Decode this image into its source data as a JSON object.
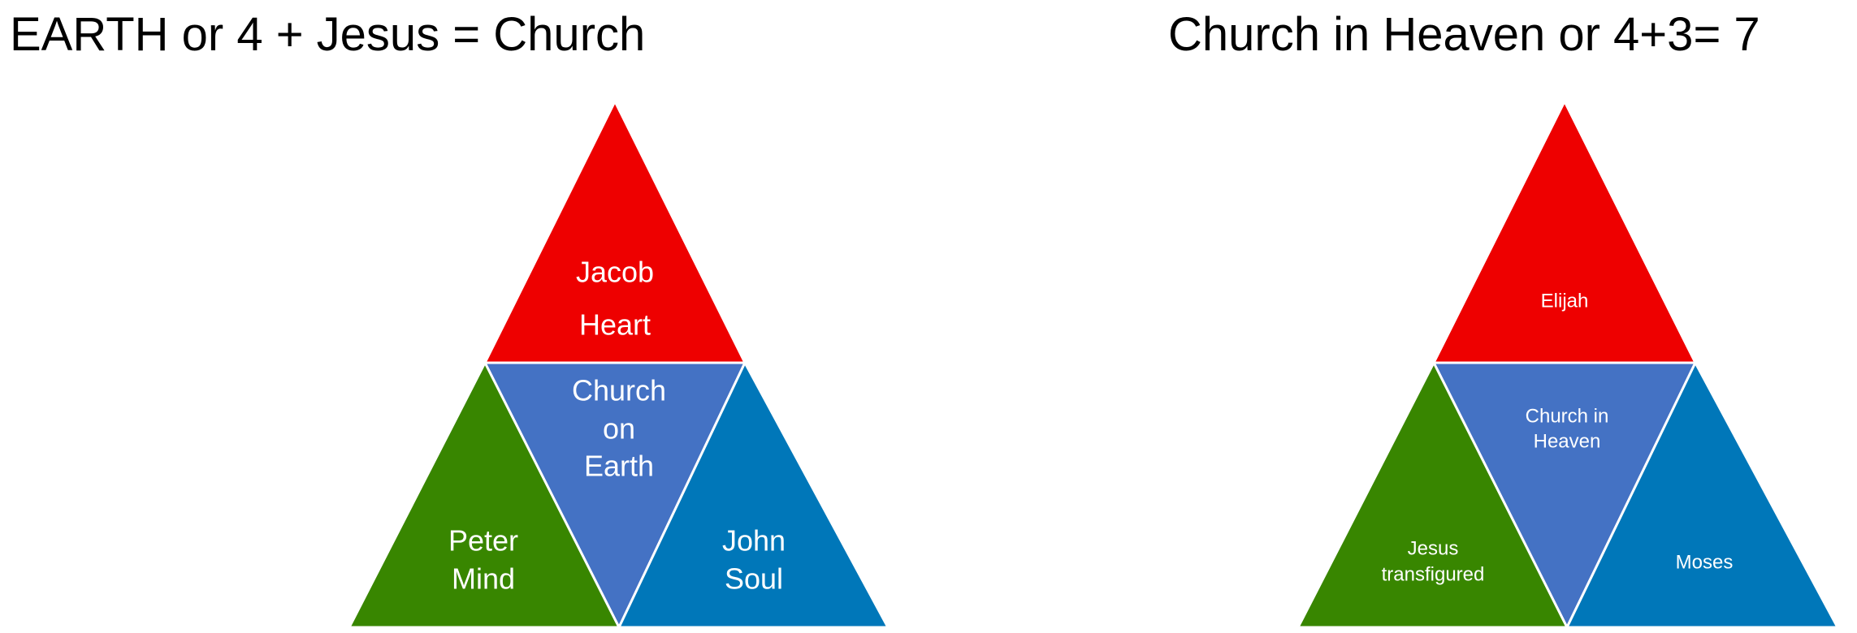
{
  "left_diagram": {
    "title": "EARTH or 4 + Jesus  = Church",
    "top": {
      "line1": "Jacob",
      "line2": "Heart"
    },
    "center": {
      "line1": "Church",
      "line2": "on",
      "line3": "Earth"
    },
    "left": {
      "line1": "Peter",
      "line2": "Mind"
    },
    "right": {
      "line1": "John",
      "line2": "Soul"
    }
  },
  "right_diagram": {
    "title": "Church in Heaven or 4+3= 7",
    "top": {
      "line1": "Elijah"
    },
    "center": {
      "line1": "Church in",
      "line2": "Heaven"
    },
    "left": {
      "line1": "Jesus",
      "line2": "transfigured"
    },
    "right": {
      "line1": "Moses"
    }
  },
  "colors": {
    "top": "#ee0000",
    "center": "#4472c4",
    "left": "#388600",
    "right": "#0077b9",
    "edge": "#ffffff"
  }
}
